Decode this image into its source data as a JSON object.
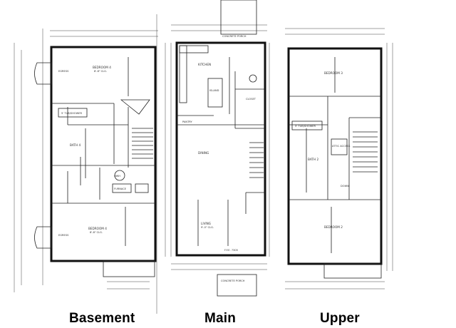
{
  "plans": {
    "basement": {
      "label": "Basement",
      "rooms": {
        "bedroom_top": "BEDROOM 4",
        "bedroom_top_clg": "8'-8\" CLG.",
        "bath": "BATH 4",
        "bedroom_bottom": "BEDROOM 4",
        "bedroom_bottom_clg": "8'-8\" CLG.",
        "egress_top": "EGRESS",
        "egress_bottom": "EGRESS",
        "tub": "5' TUB/SHOWER",
        "furnace": "FURNACE",
        "hwh": "HWH"
      }
    },
    "main": {
      "label": "Main",
      "rooms": {
        "kitchen": "KITCHEN",
        "island": "ISLAND",
        "pantry": "PANTRY",
        "closet": "CLOSET",
        "dining": "DINING",
        "living": "LIVING",
        "living_clg": "9'-0\" CLG.",
        "porch_top": "CONCRETE PORCH",
        "porch_bottom": "CONCRETE PORCH",
        "ffe": "F.F.E. 7305"
      }
    },
    "upper": {
      "label": "Upper",
      "rooms": {
        "bedroom_top": "BEDROOM 3",
        "bedroom_bottom": "BEDROOM 2",
        "bath": "BATH 2",
        "attic": "ATTIC ACCESS",
        "tub": "5' TUB/SHOWER",
        "down": "DOWN"
      }
    }
  }
}
